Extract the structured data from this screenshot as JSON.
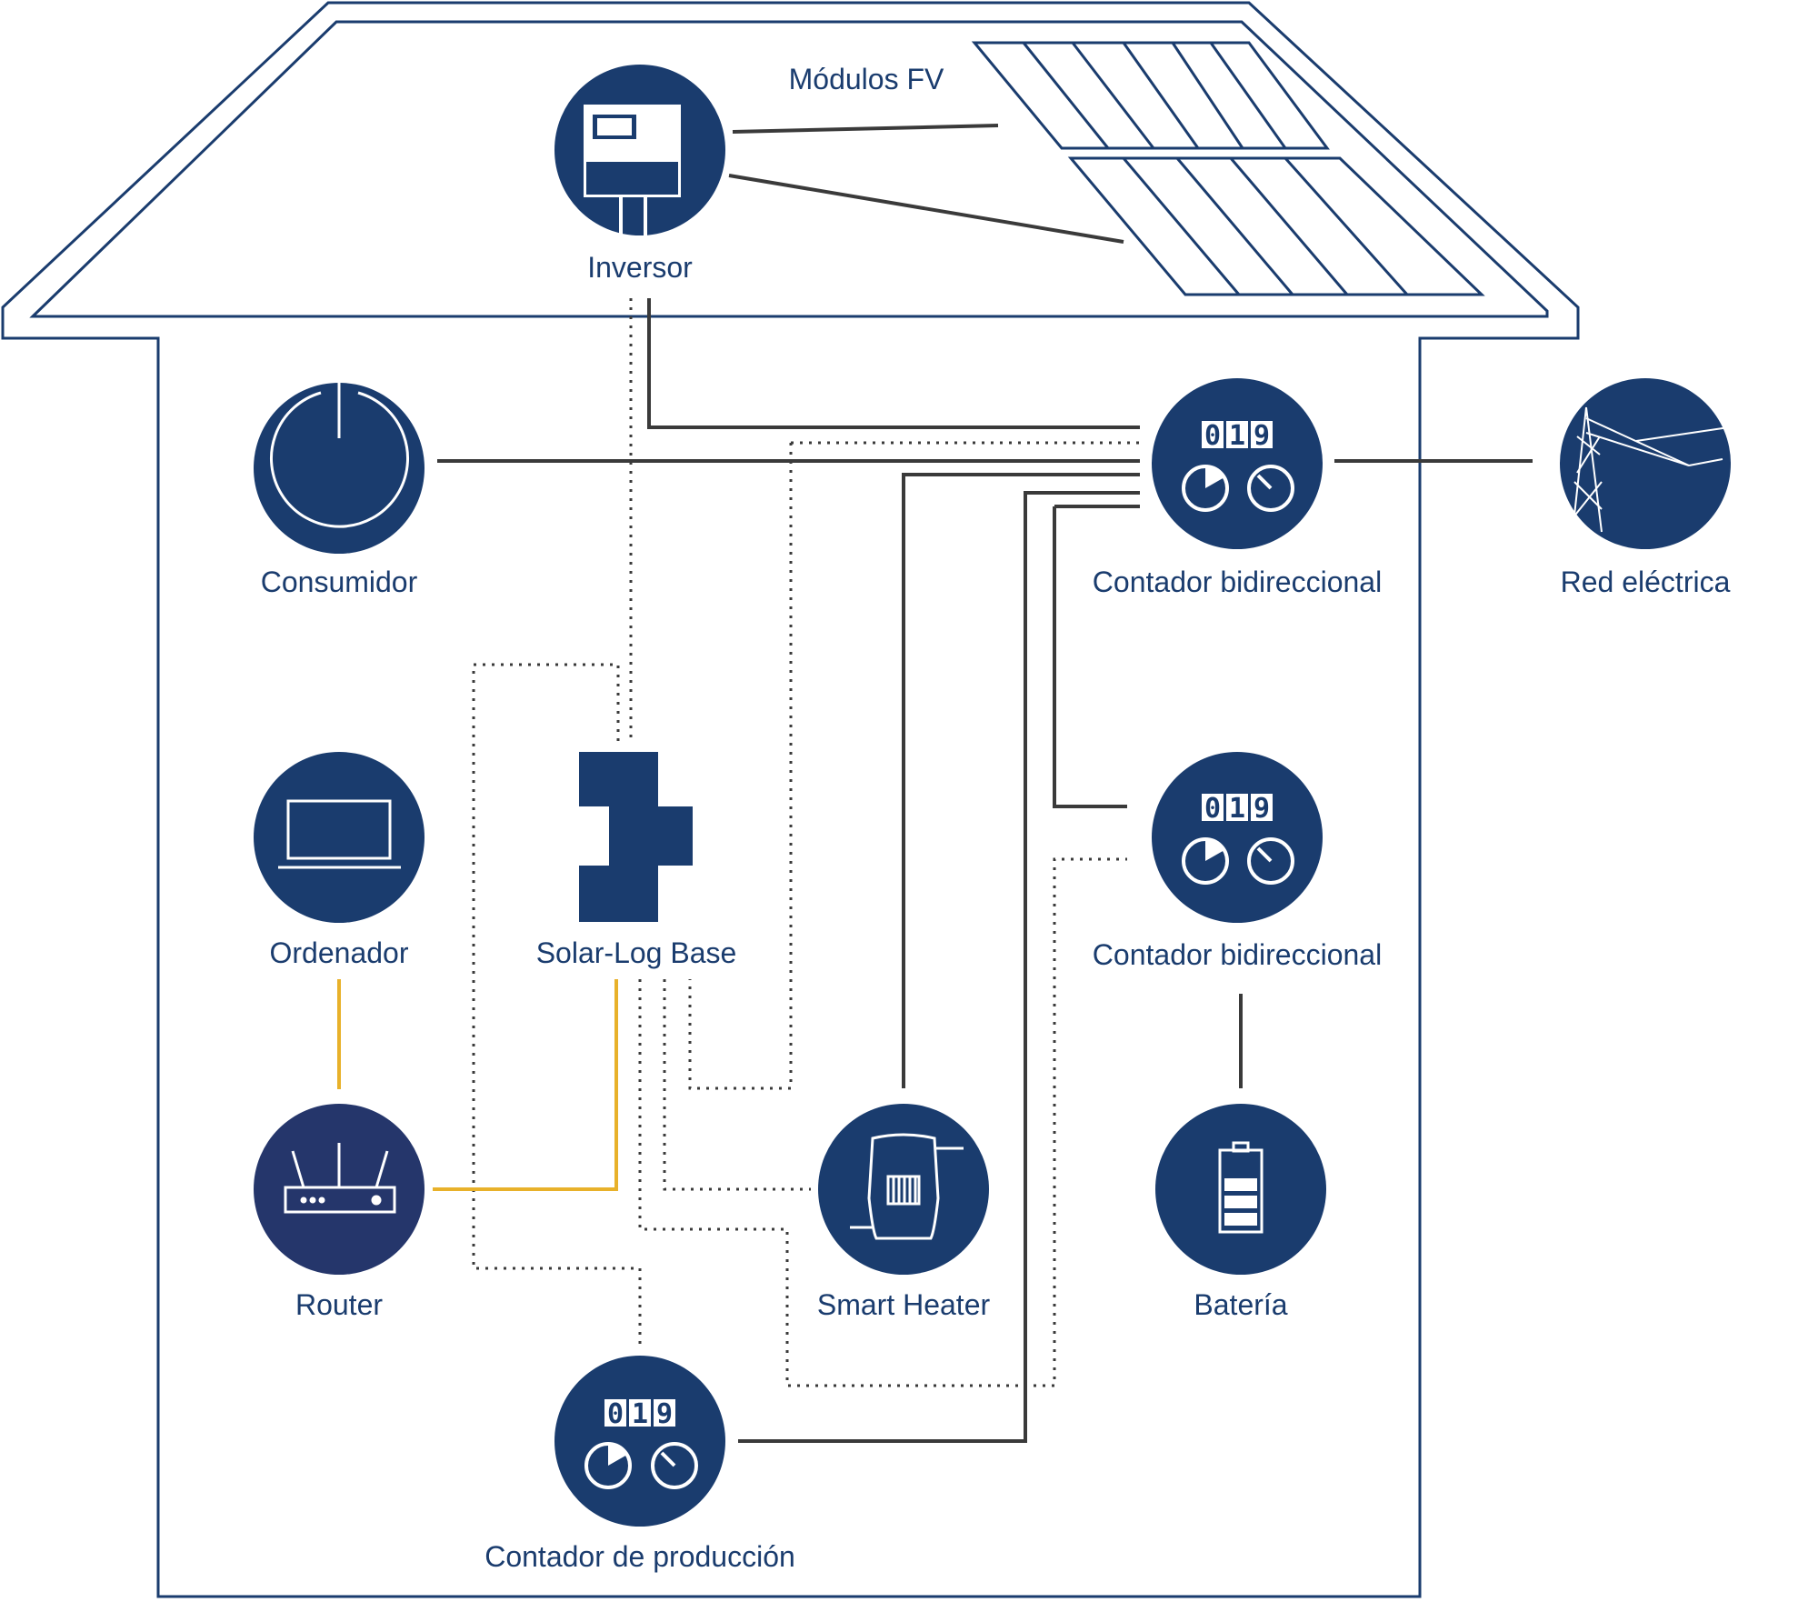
{
  "colors": {
    "navy": "#1a3c6e",
    "wire_solid": "#3a3a3a",
    "wire_dotted": "#3a3a3a",
    "wire_yellow": "#e8b12a",
    "house_outline": "#1a3c6e"
  },
  "labels": {
    "pv_modules": "Módulos FV",
    "inverter": "Inversor",
    "consumer": "Consumidor",
    "bidir_meter_1": "Contador bidireccional",
    "grid": "Red eléctrica",
    "computer": "Ordenador",
    "solarlog": "Solar-Log Base",
    "bidir_meter_2": "Contador bidireccional",
    "router": "Router",
    "smart_heater": "Smart Heater",
    "battery": "Batería",
    "production_meter": "Contador de producción"
  },
  "meter_digits": [
    "0",
    "1",
    "9"
  ],
  "icons": {
    "inverter": "inverter-icon",
    "consumer": "power-icon",
    "meter": "meter-icon",
    "grid": "power-tower-icon",
    "computer": "laptop-icon",
    "solarlog": "solarlog-device-icon",
    "router": "router-icon",
    "smart_heater": "heater-icon",
    "battery": "battery-icon",
    "pv": "solar-panel-icon"
  }
}
